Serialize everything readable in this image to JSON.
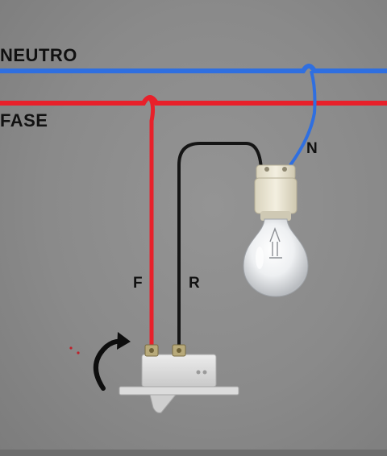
{
  "labels": {
    "neutro": "NEUTRO",
    "fase": "FASE",
    "n": "N",
    "f": "F",
    "r": "R"
  },
  "colors": {
    "background": "#8a8a8a",
    "neutral_wire": "#2f6fe0",
    "phase_wire": "#e8202a",
    "return_wire": "#151515",
    "label_text": "#111111"
  },
  "icons": [
    "lamp-socket-icon",
    "light-bulb-icon",
    "wall-switch-icon",
    "curved-arrow-icon"
  ]
}
